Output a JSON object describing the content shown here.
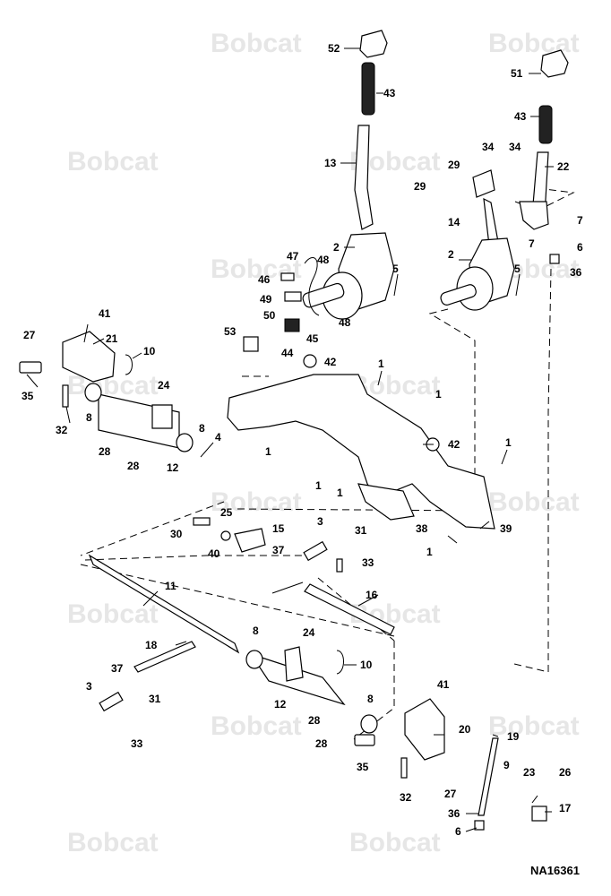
{
  "watermark_text": "Bobcat",
  "figure_id": "NA16361",
  "callouts": {
    "c52": "52",
    "c43a": "43",
    "c13": "13",
    "c2a": "2",
    "c5a": "5",
    "c47": "47",
    "c46": "46",
    "c48a": "48",
    "c49": "49",
    "c50": "50",
    "c48b": "48",
    "c53": "53",
    "c45": "45",
    "c44": "44",
    "c42a": "42",
    "c51": "51",
    "c43b": "43",
    "c34a": "34",
    "c34b": "34",
    "c29a": "29",
    "c29b": "29",
    "c22": "22",
    "c14": "14",
    "c7a": "7",
    "c7b": "7",
    "c6a": "6",
    "c2b": "2",
    "c5b": "5",
    "c36a": "36",
    "c41a": "41",
    "c27a": "27",
    "c21": "21",
    "c10a": "10",
    "c35a": "35",
    "c24a": "24",
    "c8a": "8",
    "c32a": "32",
    "c8b": "8",
    "c4": "4",
    "c28a": "28",
    "c28b": "28",
    "c12a": "12",
    "c1a": "1",
    "c1b": "1",
    "c1c": "1",
    "c42b": "42",
    "c1d": "1",
    "c1e": "1",
    "c1f": "1",
    "c38": "38",
    "c39": "39",
    "c1g": "1",
    "c25": "25",
    "c30": "30",
    "c40": "40",
    "c15": "15",
    "c3a": "3",
    "c31a": "31",
    "c37a": "37",
    "c33a": "33",
    "c11": "11",
    "c16": "16",
    "c18": "18",
    "c37b": "37",
    "c3b": "3",
    "c31b": "31",
    "c33b": "33",
    "c8c": "8",
    "c24b": "24",
    "c10b": "10",
    "c12b": "12",
    "c28c": "28",
    "c28d": "28",
    "c8d": "8",
    "c35b": "35",
    "c41b": "41",
    "c20": "20",
    "c32b": "32",
    "c27b": "27",
    "c19": "19",
    "c9": "9",
    "c23": "23",
    "c26": "26",
    "c17": "17",
    "c36b": "36",
    "c6b": "6"
  }
}
